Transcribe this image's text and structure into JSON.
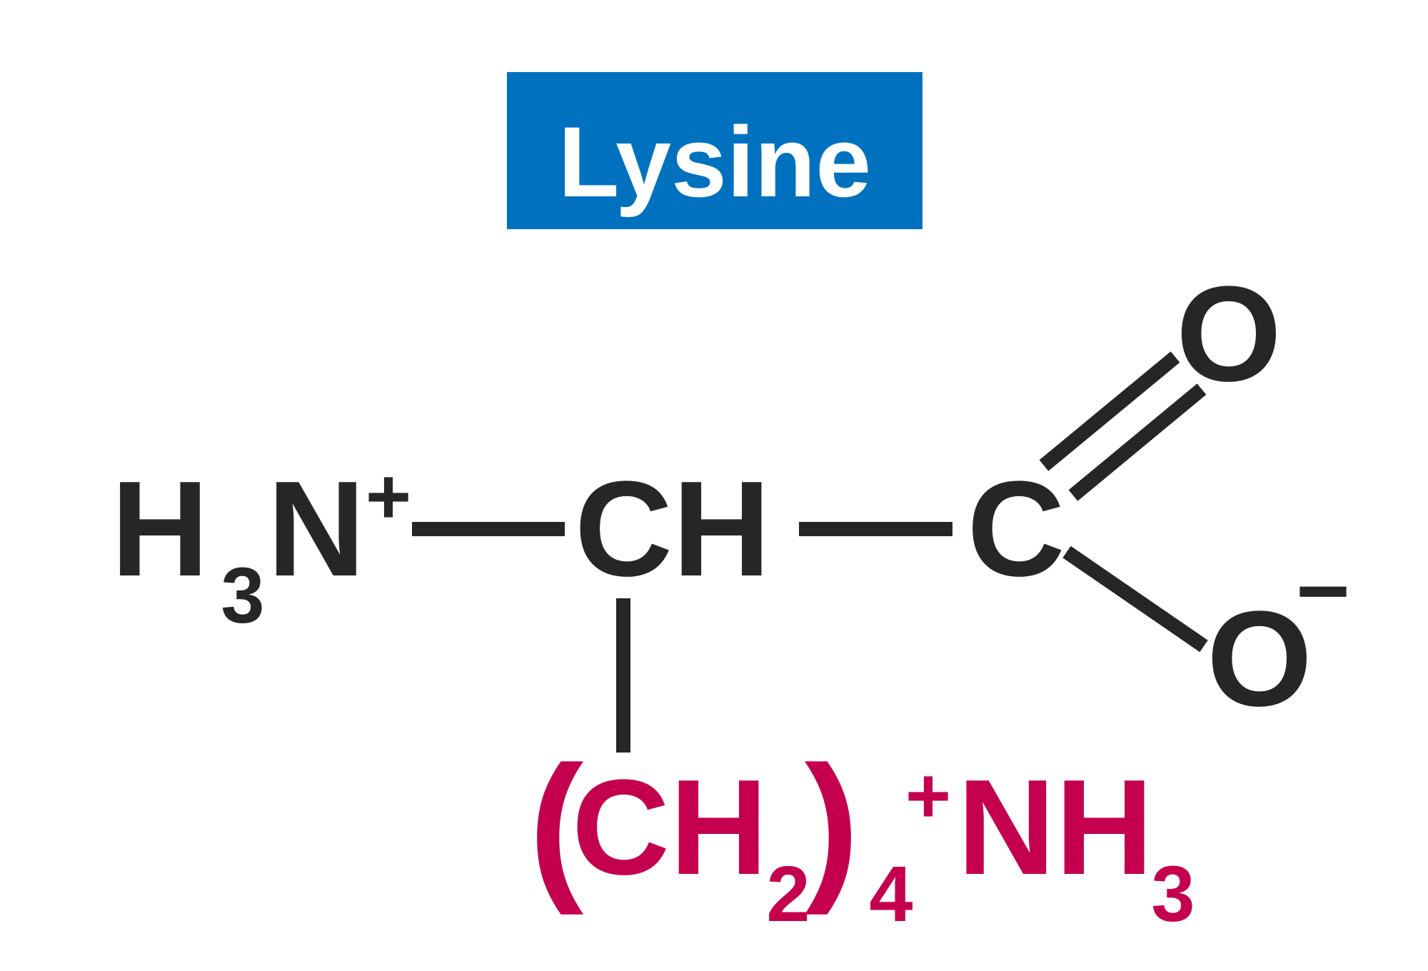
{
  "title": "Lysine",
  "colors": {
    "title_bg": "#0071BF",
    "title_text": "#FFFFFF",
    "ink": "#262626",
    "side_chain": "#C4004E",
    "background": "#FFFFFF"
  },
  "molecule": {
    "amino_group": {
      "h": "H",
      "h_subscript": "3",
      "n": "N",
      "charge": "+"
    },
    "alpha_carbon": "CH",
    "carboxyl_carbon": "C",
    "carbonyl_oxygen": "O",
    "carboxylate_oxygen": "O",
    "carboxylate_charge": "−",
    "side_chain": {
      "open_paren": "(",
      "ch": "CH",
      "ch_subscript": "2",
      "close_paren": ")",
      "repeat": "4",
      "charge": "+",
      "nh": "NH",
      "nh_subscript": "3"
    }
  }
}
